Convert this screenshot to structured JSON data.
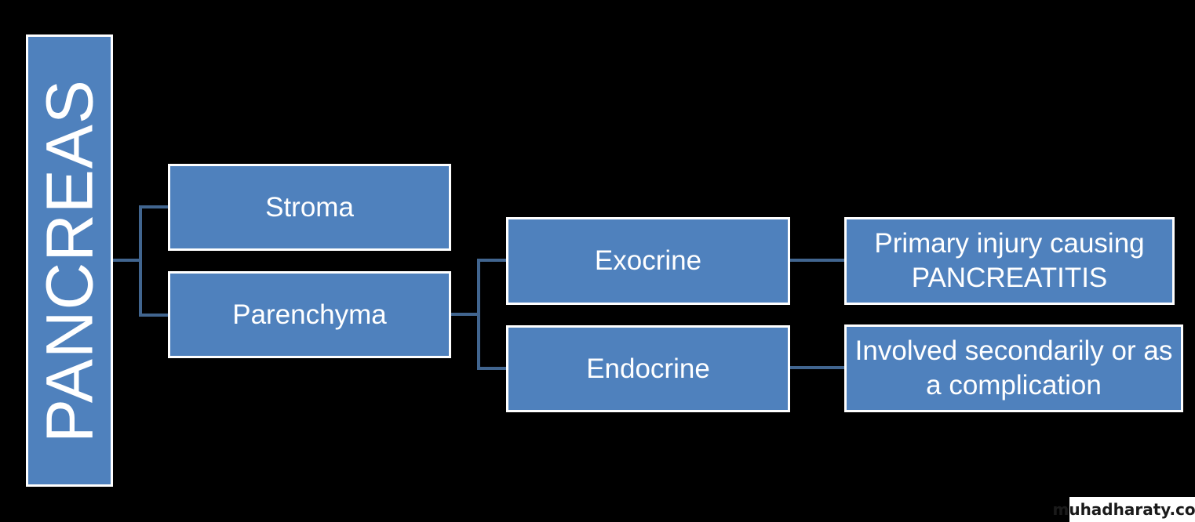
{
  "colors": {
    "box_fill": "#4f81bd",
    "box_border": "#ffffff",
    "connector": "#41658f",
    "background": "#000000"
  },
  "root": {
    "label": "PANCREAS"
  },
  "level1": [
    {
      "label": "Stroma"
    },
    {
      "label": "Parenchyma"
    }
  ],
  "level2": [
    {
      "label": "Exocrine"
    },
    {
      "label": "Endocrine"
    }
  ],
  "level3": [
    {
      "label": "Primary injury causing PANCREATITIS"
    },
    {
      "label": "Involved secondarily or as a complication"
    }
  ],
  "watermark": "muhadharaty.com"
}
